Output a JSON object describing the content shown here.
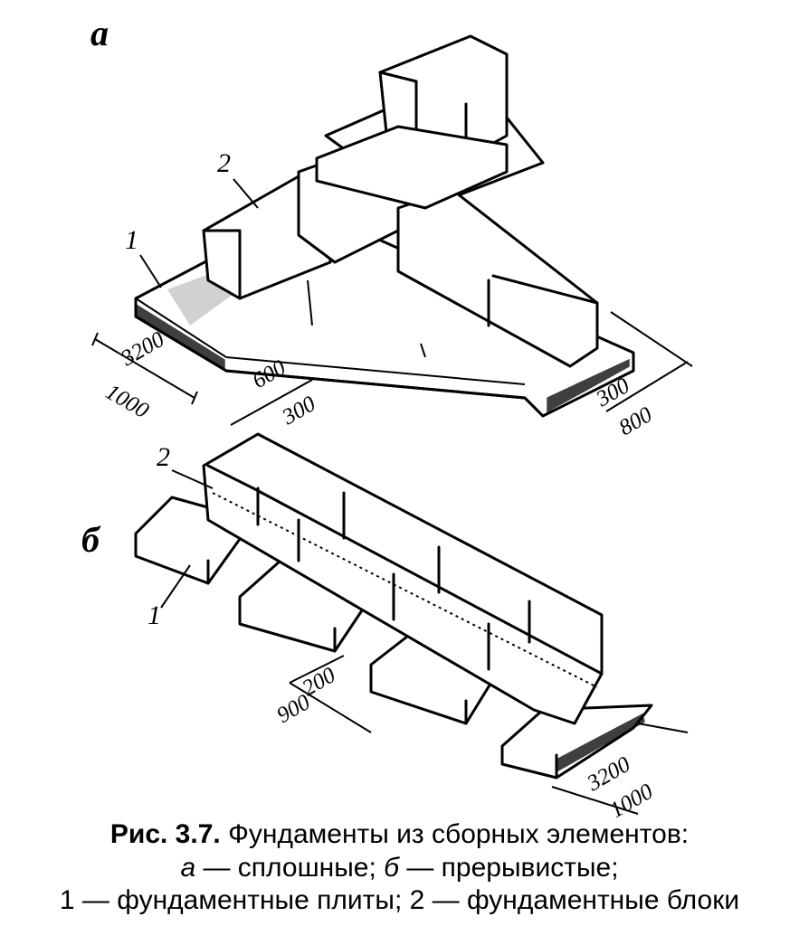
{
  "figure": {
    "label_a": "а",
    "label_b": "б",
    "callouts_a": {
      "one": "1",
      "two": "2"
    },
    "callouts_b": {
      "one": "1",
      "two": "2"
    },
    "dims_a": {
      "plate_length": "3200",
      "plate_width": "1000",
      "block_width": "600",
      "gap": "300",
      "right_small": "300",
      "right_large": "800"
    },
    "dims_b": {
      "gap_small": "200",
      "gap_large": "900",
      "plate_length": "3200",
      "plate_width": "1000"
    }
  },
  "caption": {
    "fig_number": "Рис. 3.7.",
    "title": "Фундаменты из сборных элементов:",
    "line2_a": "а",
    "line2_a_text": " — сплошные; ",
    "line2_b": "б",
    "line2_b_text": " — прерывистые;",
    "line3": "1 — фундаментные плиты; 2 — фундаментные блоки"
  }
}
